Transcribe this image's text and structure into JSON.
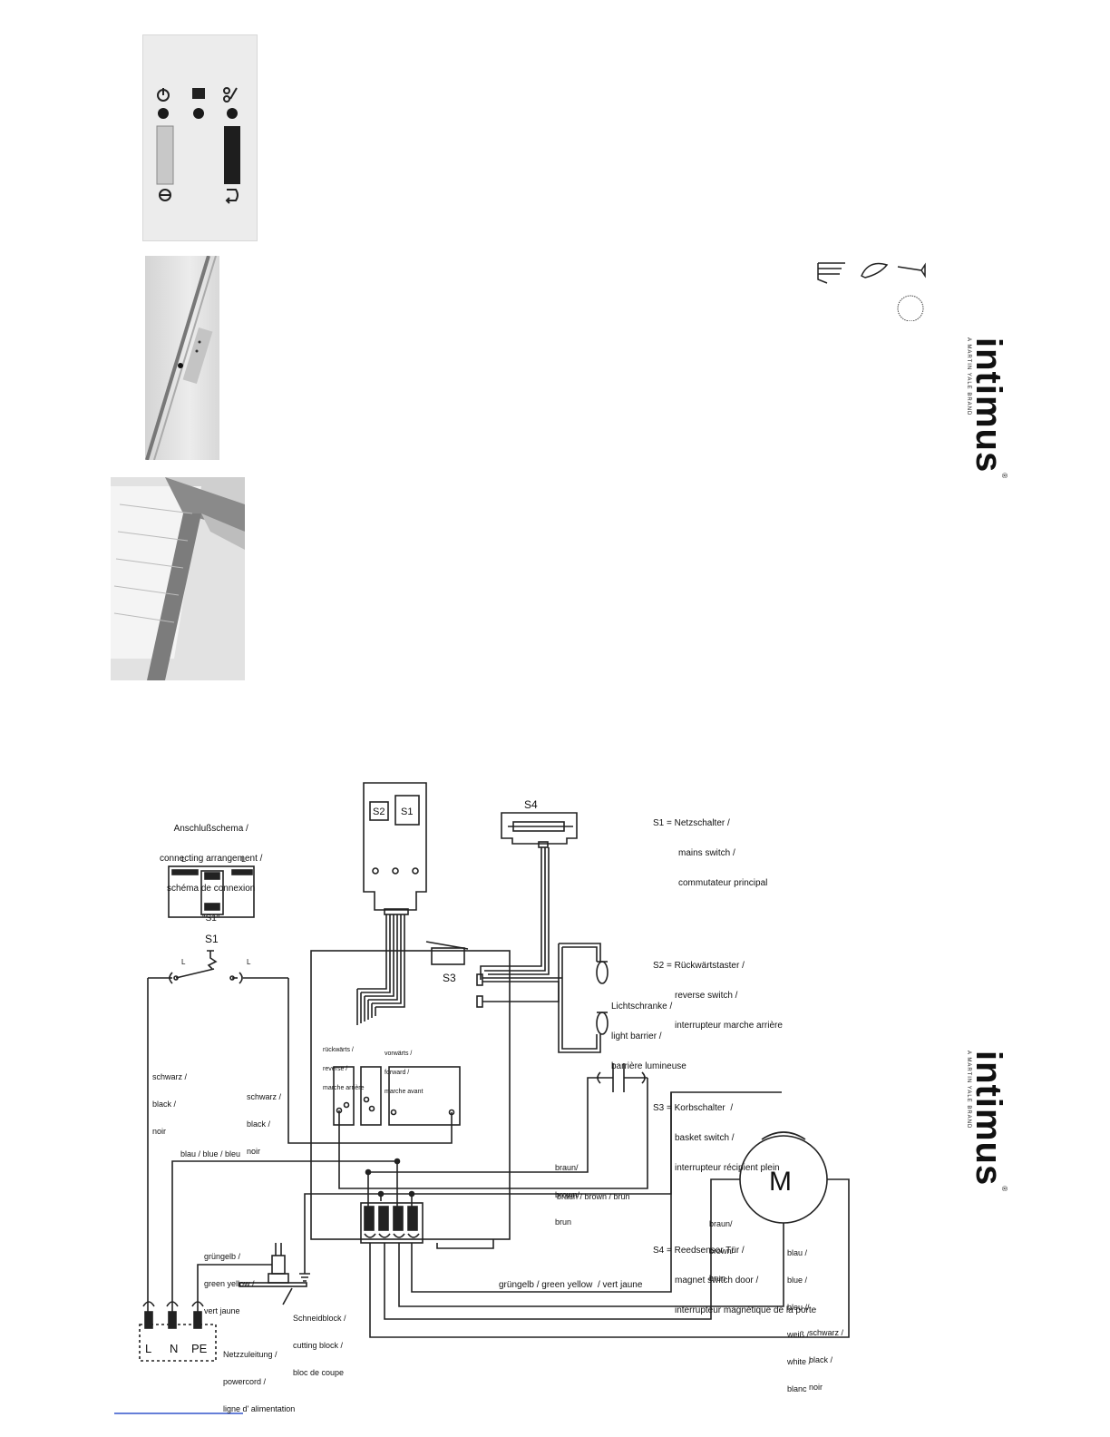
{
  "brand": {
    "name": "intimus",
    "tagline": "A MARTIN YALE BRAND",
    "registered": "®"
  },
  "diagram": {
    "connecting_title": [
      "Anschlußschema /",
      "connecting arrangement /",
      "schéma de connexion",
      "\"S1\""
    ],
    "s1_terminal_l": "L",
    "switch_labels": {
      "s1": "S1",
      "s2": "S2",
      "s3": "S3",
      "s4": "S4",
      "l": "L"
    },
    "motor_label": "M",
    "legend": [
      [
        "S1 = Netzschalter /",
        "mains switch /",
        "commutateur principal"
      ],
      [
        "S2 = Rückwärtstaster /",
        "reverse switch /",
        "interrupteur marche arrière"
      ],
      [
        "S3 = Korbschalter  /",
        "basket switch /",
        "interrupteur récipient plein"
      ],
      [
        "S4 = Reedsensor Tür /",
        "magnet switch door /",
        "interrupteur magnétique de la porte"
      ]
    ],
    "light_barrier": [
      "Lichtschranke /",
      "light barrier /",
      "barrière lumineuse"
    ],
    "reverse_box": [
      "rückwärts /",
      "reverse /",
      "marche arrière"
    ],
    "forward_box": [
      "vorwärts /",
      "forward /",
      "marche avant"
    ],
    "wire_black_left": [
      "schwarz /",
      "black /",
      "noir"
    ],
    "wire_black_mid": [
      "schwarz /",
      "black /",
      "noir"
    ],
    "wire_blue": "blau / blue / bleu",
    "wire_brown_cap": [
      "braun/",
      "brown/",
      "brun"
    ],
    "wire_brown_mid": "braun / brown / brun",
    "wire_brown_motor": [
      "braun/",
      "brown/",
      "brun"
    ],
    "wire_motor_blue": [
      "blau /",
      "blue /",
      "bleu //",
      "weiß /",
      "white /",
      "blanc"
    ],
    "wire_greenyellow_left": [
      "grüngelb /",
      "green yellow /",
      "vert jaune"
    ],
    "wire_greenyellow_bottom": "grüngelb / green yellow  / vert jaune",
    "wire_black_motor": [
      "schwarz /",
      "black /",
      "noir"
    ],
    "cutting_block": [
      "Schneidblock /",
      "cutting block /",
      "bloc de coupe"
    ],
    "powercord": [
      "Netzzuleitung /",
      "powercord /",
      "ligne d' alimentation"
    ],
    "plug_labels": [
      "L",
      "N",
      "PE"
    ]
  }
}
